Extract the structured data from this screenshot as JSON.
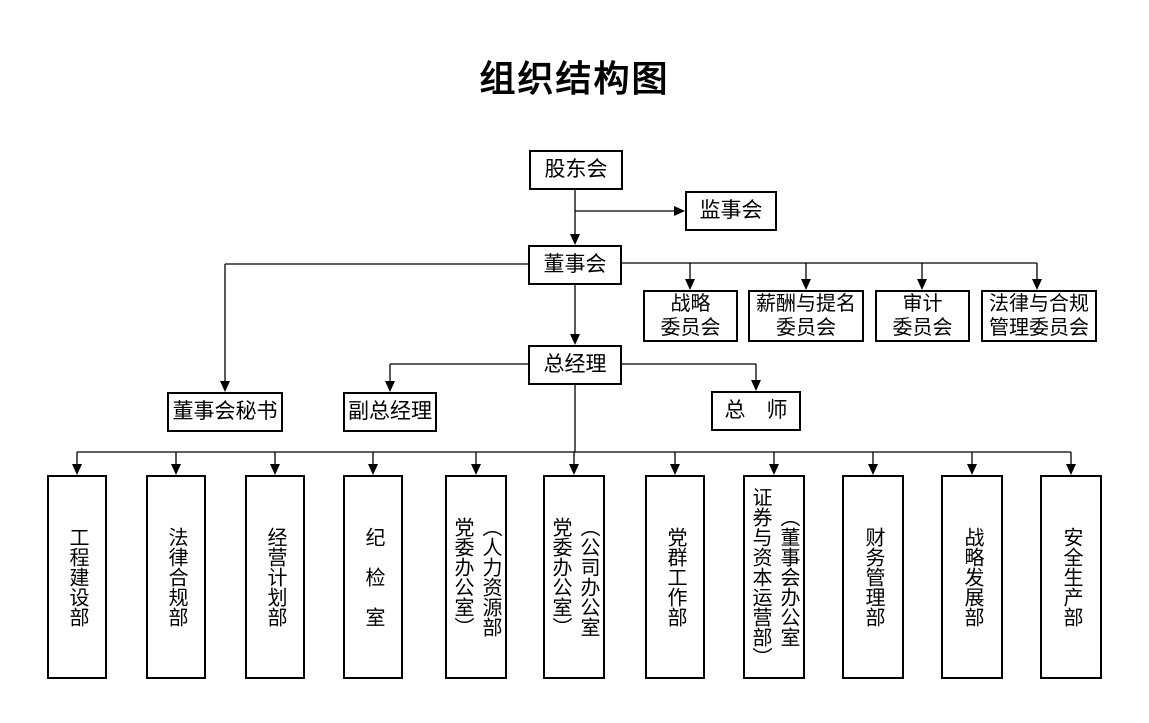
{
  "title": "组织结构图",
  "colors": {
    "background": "#ffffff",
    "line": "#000000",
    "box_border": "#000000",
    "text": "#000000"
  },
  "nodes": {
    "shareholders": "股东会",
    "supervisory_board": "监事会",
    "board_of_directors": "董事会",
    "general_manager": "总经理",
    "board_secretary": "董事会秘书",
    "deputy_general_manager": "副总经理",
    "chief_engineer": "总　师",
    "committees": [
      {
        "label": "战略\n委员会"
      },
      {
        "label": "薪酬与提名\n委员会"
      },
      {
        "label": "审计\n委员会"
      },
      {
        "label": "法律与合规\n管理委员会"
      }
    ]
  },
  "departments": [
    {
      "label": "工程建设部"
    },
    {
      "label": "法律合规部"
    },
    {
      "label": "经营计划部"
    },
    {
      "label": "纪　检　室"
    },
    {
      "label": "（人力资源部\n党委办公室）"
    },
    {
      "label": "（公司办公室\n党委办公室）"
    },
    {
      "label": "党群工作部"
    },
    {
      "label": "（董事会办公室\n证券与资本运营部）"
    },
    {
      "label": "财务管理部"
    },
    {
      "label": "战略发展部"
    },
    {
      "label": "安全生产部"
    }
  ]
}
